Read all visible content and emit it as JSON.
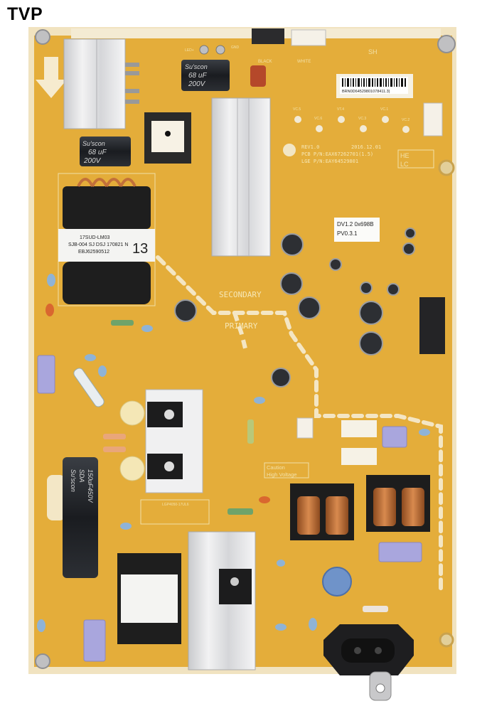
{
  "watermark": "TVP",
  "colors": {
    "board": "#e4ad3a",
    "board_edge": "#f1e3c0",
    "heatsink": "#dcdde0",
    "capacitor": "#1f2226",
    "purple_cap": "#a9a6dd",
    "copper": "#c2703a",
    "background": "#ffffff"
  },
  "board": {
    "zone_secondary": "SECONDARY",
    "zone_primary": "PRIMARY",
    "rev": "REV1.0",
    "date": "2016.12.01",
    "pcb_pn": "PCB P/N:EAX67262701(1.5)",
    "lge_pn": "LGE P/N:EAY64529801",
    "barcode_text": "BRN0D64529801078411.3)",
    "firmware_label": [
      "DV1.2 0x698B",
      "PV0.3.1"
    ],
    "caution": [
      "Caution",
      "High Voltage"
    ],
    "he_lc": [
      "HE",
      "LC"
    ],
    "sh": "SH",
    "black": "BLACK",
    "white": "WHITE",
    "gnd": "GND",
    "led_plus": "LED+",
    "cap_top": {
      "brand": "Su'scon",
      "value": "68 uF",
      "voltage": "200V"
    },
    "cap_mid": {
      "brand": "Su'scon",
      "value": "68 uF",
      "voltage": "200V"
    },
    "cap_bulk": {
      "brand": "Su'scon",
      "series": "SDA",
      "value": "150uF450V"
    },
    "transformer_label": [
      "17SUD-LM03",
      "SJB-004 SJ DSJ 170821 N",
      "EBJ62590512"
    ],
    "transformer_mark": "13",
    "test_points": [
      "VC.5",
      "VC.6",
      "VT.4",
      "VC.3",
      "VC.1",
      "VC.2"
    ],
    "model_box": "LGP4050-17UL6"
  }
}
